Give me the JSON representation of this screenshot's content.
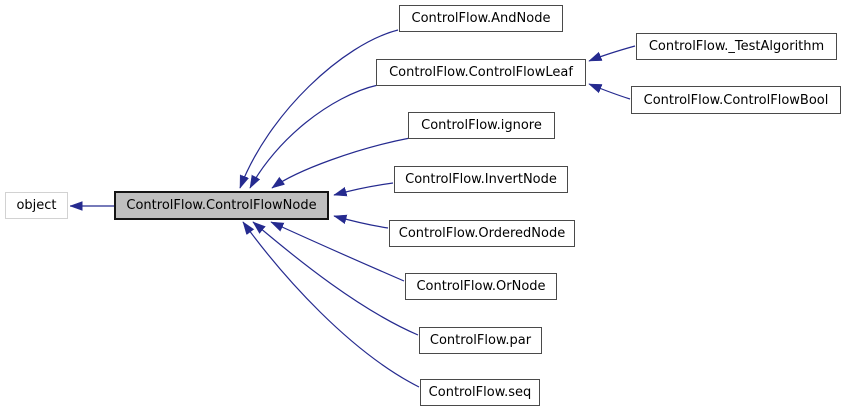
{
  "diagram": {
    "type": "inheritance-graph",
    "colors": {
      "edge": "#252a8f",
      "text": "#000000",
      "node_background": "#ffffff",
      "node_border": "#4a4a4a",
      "current_node_background": "#bfbfbf",
      "current_node_border": "#141414",
      "external_node_border": "#d2d2d2",
      "canvas_background": "#ffffff"
    },
    "nodes": [
      {
        "id": "object",
        "label": "object",
        "kind": "external"
      },
      {
        "id": "controlflownode",
        "label": "ControlFlow.ControlFlowNode",
        "kind": "current"
      },
      {
        "id": "andnode",
        "label": "ControlFlow.AndNode",
        "kind": "class"
      },
      {
        "id": "controlflowleaf",
        "label": "ControlFlow.ControlFlowLeaf",
        "kind": "class"
      },
      {
        "id": "testalgorithm",
        "label": "ControlFlow._TestAlgorithm",
        "kind": "class"
      },
      {
        "id": "controlflowbool",
        "label": "ControlFlow.ControlFlowBool",
        "kind": "class"
      },
      {
        "id": "ignore",
        "label": "ControlFlow.ignore",
        "kind": "class"
      },
      {
        "id": "invertnode",
        "label": "ControlFlow.InvertNode",
        "kind": "class"
      },
      {
        "id": "orderednode",
        "label": "ControlFlow.OrderedNode",
        "kind": "class"
      },
      {
        "id": "ornode",
        "label": "ControlFlow.OrNode",
        "kind": "class"
      },
      {
        "id": "par",
        "label": "ControlFlow.par",
        "kind": "class"
      },
      {
        "id": "seq",
        "label": "ControlFlow.seq",
        "kind": "class"
      }
    ],
    "edges": [
      {
        "from": "ControlFlow.ControlFlowNode",
        "to": "object"
      },
      {
        "from": "ControlFlow.AndNode",
        "to": "ControlFlow.ControlFlowNode"
      },
      {
        "from": "ControlFlow.ControlFlowLeaf",
        "to": "ControlFlow.ControlFlowNode"
      },
      {
        "from": "ControlFlow._TestAlgorithm",
        "to": "ControlFlow.ControlFlowLeaf"
      },
      {
        "from": "ControlFlow.ControlFlowBool",
        "to": "ControlFlow.ControlFlowLeaf"
      },
      {
        "from": "ControlFlow.ignore",
        "to": "ControlFlow.ControlFlowNode"
      },
      {
        "from": "ControlFlow.InvertNode",
        "to": "ControlFlow.ControlFlowNode"
      },
      {
        "from": "ControlFlow.OrderedNode",
        "to": "ControlFlow.ControlFlowNode"
      },
      {
        "from": "ControlFlow.OrNode",
        "to": "ControlFlow.ControlFlowNode"
      },
      {
        "from": "ControlFlow.par",
        "to": "ControlFlow.ControlFlowNode"
      },
      {
        "from": "ControlFlow.seq",
        "to": "ControlFlow.ControlFlowNode"
      }
    ]
  }
}
